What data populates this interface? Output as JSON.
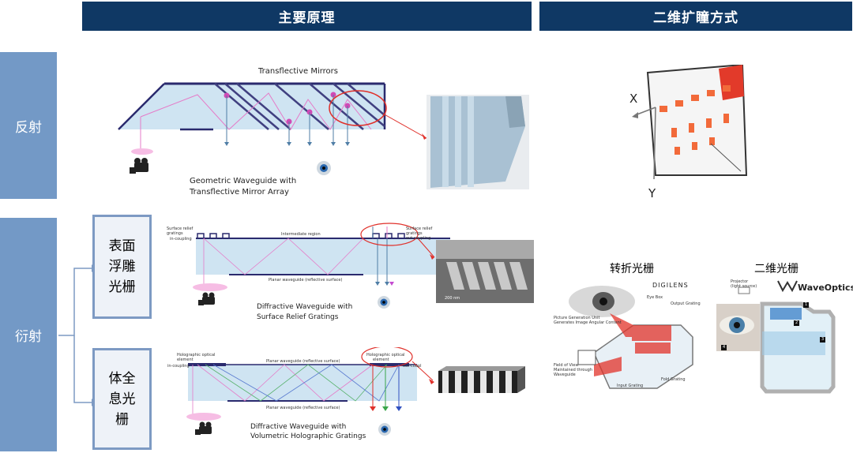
{
  "headers": {
    "principle": "主要原理",
    "expansion": "二维扩瞳方式"
  },
  "sections": {
    "reflection": "反射",
    "diffraction": "衍射"
  },
  "subtypes": {
    "surface_relief": "表面\n浮雕\n光栅",
    "holographic": "体全\n息光\n栅"
  },
  "reflective": {
    "title": "Transflective Mirrors",
    "caption_l1": "Geometric Waveguide with",
    "caption_l2": "Transflective Mirror Array",
    "axis_x": "X",
    "axis_y": "Y"
  },
  "relief": {
    "label_left_1": "Surface relief",
    "label_left_2": "gratings",
    "label_left_3": "in-coupling",
    "label_mid": "Intermediate region",
    "label_right_1": "Surface relief",
    "label_right_2": "gratings",
    "label_right_3": "out-coupling",
    "label_bottom": "Planar waveguide (reflective surface)",
    "caption_l1": "Diffractive Waveguide with",
    "caption_l2": "Surface Relief Gratings",
    "scale": "200 nm"
  },
  "holo": {
    "label_left_1": "Holographic optical",
    "label_left_2": "element",
    "label_left_3": "in-coupling",
    "label_mid": "Planar waveguide (reflective surface)",
    "label_right_1": "Holographic optical",
    "label_right_2": "element",
    "label_right_3": "out-coupl",
    "label_bottom": "Planar waveguide (reflective surface)",
    "caption_l1": "Diffractive Waveguide with",
    "caption_l2": "Volumetric Holographic Gratings"
  },
  "turning": {
    "title": "转折光栅",
    "brand": "DIGILENS",
    "eye_box": "Eye Box",
    "output_grating": "Output Grating",
    "pgu_1": "Picture Generation Unit",
    "pgu_2": "Generates Image Angular Content",
    "fov_1": "Field of View",
    "fov_2": "Maintained through",
    "fov_3": "Waveguide",
    "input_grating": "Input Grating",
    "fold_grating": "Fold Grating"
  },
  "twod": {
    "title": "二维光栅",
    "brand": "WaveOptics",
    "projector_1": "Projector",
    "projector_2": "(light source)",
    "n1": "1",
    "n2": "2",
    "n3": "3",
    "n4": "4"
  }
}
